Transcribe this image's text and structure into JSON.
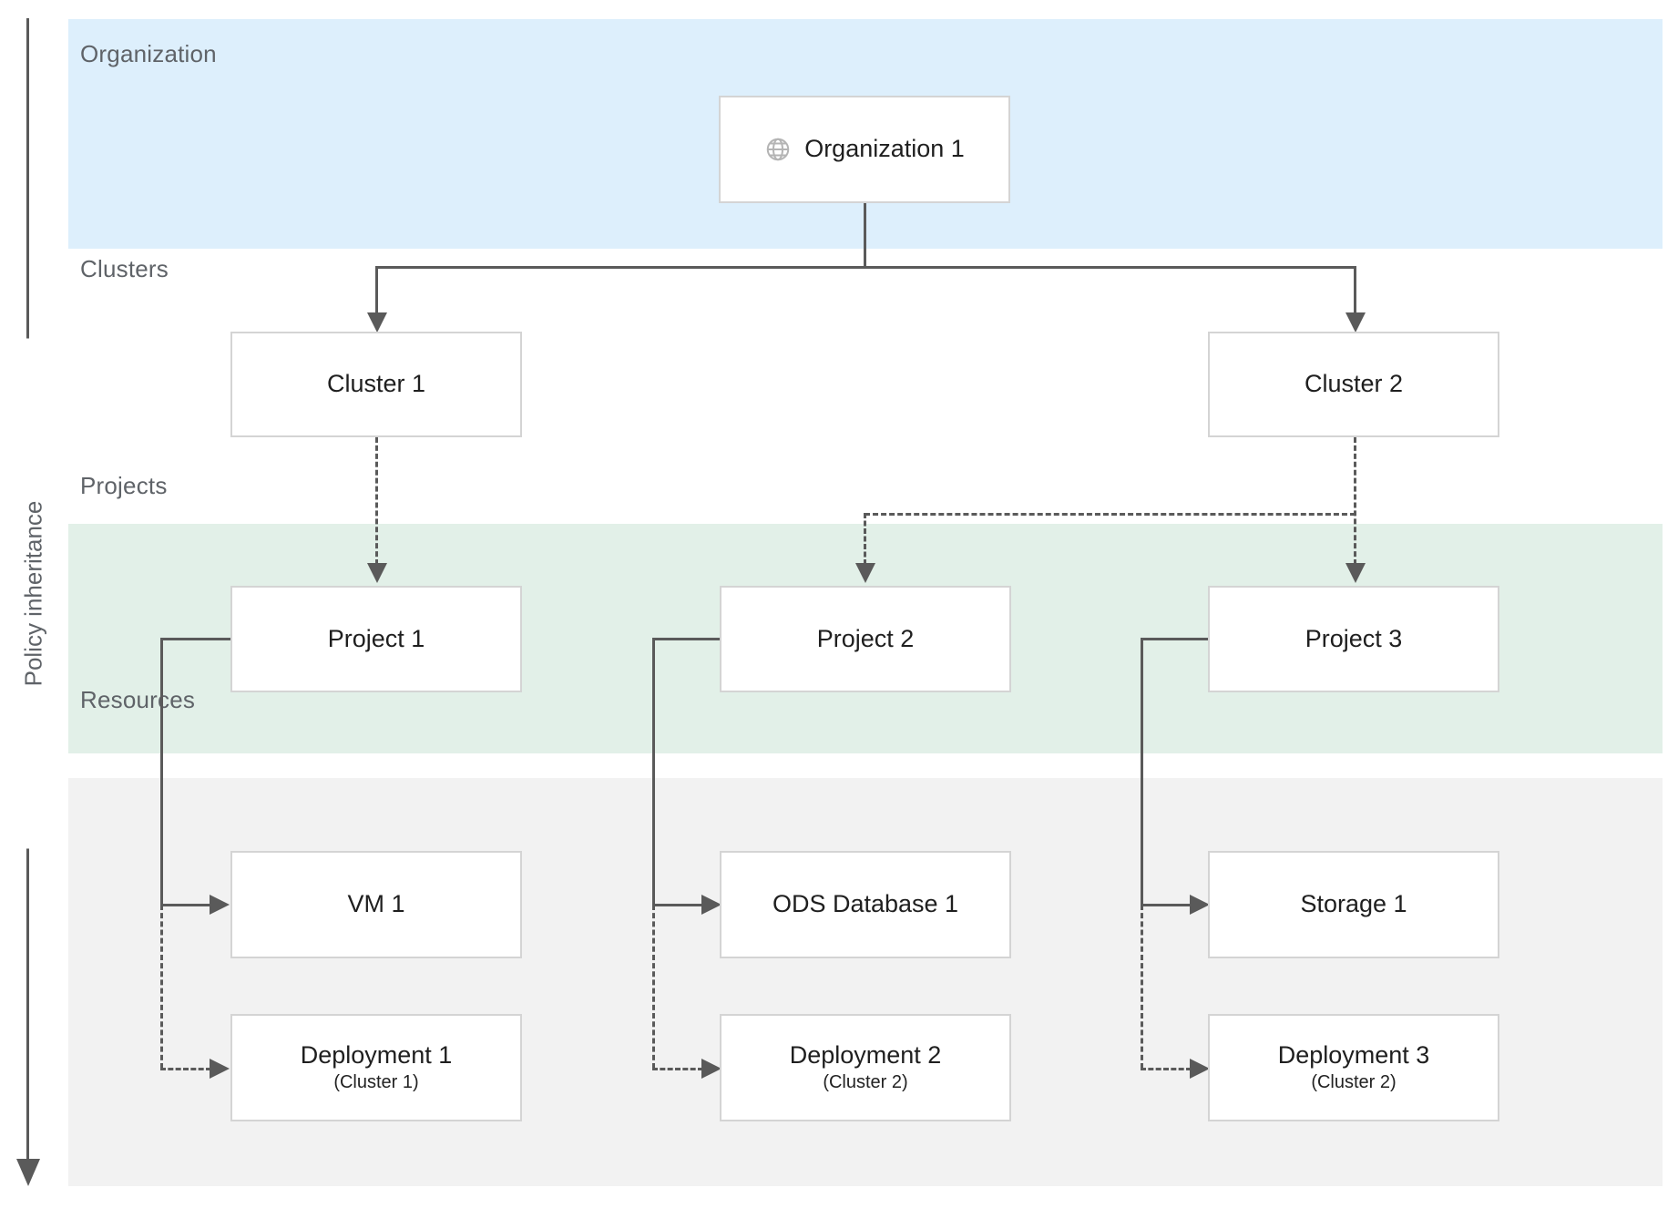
{
  "diagram": {
    "axis_label": "Policy inheritance",
    "bands": [
      {
        "key": "organization",
        "label": "Organization",
        "color": "#ddeffc"
      },
      {
        "key": "clusters",
        "label": "Clusters",
        "color": "#ffffff"
      },
      {
        "key": "projects",
        "label": "Projects",
        "color": "#e2f0e8"
      },
      {
        "key": "resources",
        "label": "Resources",
        "color": "#f2f2f2"
      }
    ],
    "organization": {
      "icon": "globe-icon",
      "node": {
        "title": "Organization 1"
      }
    },
    "clusters": [
      {
        "title": "Cluster 1"
      },
      {
        "title": "Cluster 2"
      }
    ],
    "projects": [
      {
        "title": "Project 1"
      },
      {
        "title": "Project 2"
      },
      {
        "title": "Project 3"
      }
    ],
    "resources": [
      {
        "title": "VM 1",
        "sub": ""
      },
      {
        "title": "ODS Database 1",
        "sub": ""
      },
      {
        "title": "Storage 1",
        "sub": ""
      },
      {
        "title": "Deployment 1",
        "sub": "(Cluster 1)"
      },
      {
        "title": "Deployment 2",
        "sub": "(Cluster 2)"
      },
      {
        "title": "Deployment 3",
        "sub": "(Cluster 2)"
      }
    ],
    "colors": {
      "line": "#5a5a5a",
      "node_border": "#d4d4d4",
      "band_label_text": "#5f6368",
      "node_text": "#1f1f1f"
    }
  }
}
